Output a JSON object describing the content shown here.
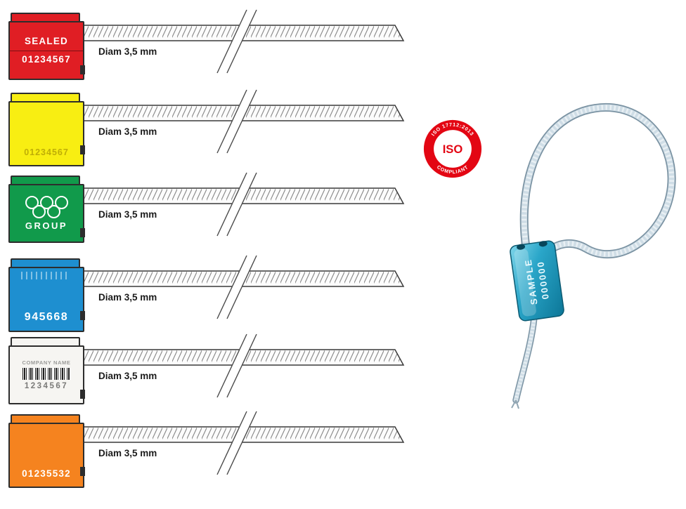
{
  "page": {
    "background_color": "#ffffff"
  },
  "seals": [
    {
      "id": "red",
      "body_color": "#e01e24",
      "text_color": "#ffffff",
      "line1": "SEALED",
      "number": "01234567",
      "diam": "Diam 3,5 mm"
    },
    {
      "id": "yellow",
      "body_color": "#f8ee12",
      "text_color": "#bfae06",
      "number": "01234567",
      "diam": "Diam 3,5 mm"
    },
    {
      "id": "green",
      "body_color": "#119a4b",
      "text_color": "#ffffff",
      "logo": "five-rings",
      "logo_text": "GROUP",
      "diam": "Diam 3,5 mm"
    },
    {
      "id": "blue",
      "body_color": "#1e8fd0",
      "text_color": "#ffffff",
      "number": "945668",
      "diam": "Diam 3,5 mm"
    },
    {
      "id": "white",
      "body_color": "#f6f5f2",
      "text_color": "#8f8f8c",
      "company": "COMPANY NAME",
      "number": "1234567",
      "diam": "Diam 3,5 mm"
    },
    {
      "id": "orange",
      "body_color": "#f5831f",
      "text_color": "#ffffff",
      "number": "01235532",
      "diam": "Diam 3,5 mm"
    }
  ],
  "iso_badge": {
    "arc_top": "ISO 17712:2013",
    "center": "ISO",
    "arc_bottom": "COMPLIANT",
    "ring_color": "#e30613",
    "center_text_color": "#e30613"
  },
  "sample_seal": {
    "line1": "SAMPLE",
    "line2": "000000",
    "body_color": "#2aa6c9"
  }
}
